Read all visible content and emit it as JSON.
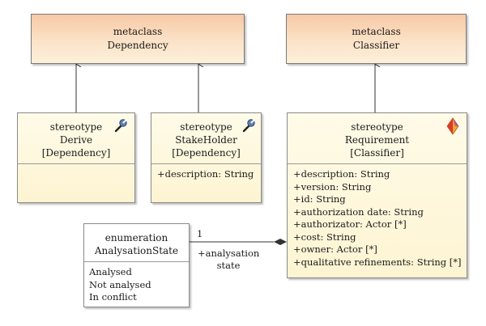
{
  "metaclasses": [
    {
      "keyword": "metaclass",
      "name": "Dependency"
    },
    {
      "keyword": "metaclass",
      "name": "Classifier"
    }
  ],
  "stereotypes": [
    {
      "keyword": "stereotype",
      "name": "Derive",
      "extends": "[Dependency]",
      "icon": "wrench-icon",
      "attributes": []
    },
    {
      "keyword": "stereotype",
      "name": "StakeHolder",
      "extends": "[Dependency]",
      "icon": "wrench-icon",
      "attributes": [
        "+description: String"
      ]
    },
    {
      "keyword": "stereotype",
      "name": "Requirement",
      "extends": "[Classifier]",
      "icon": "diamond-icon",
      "attributes": [
        "+description: String",
        "+version: String",
        "+id: String",
        "+authorization date: String",
        "+authorizator: Actor [*]",
        "+cost: String",
        "+owner: Actor [*]",
        "+qualitative refinements: String [*]"
      ]
    }
  ],
  "enumeration": {
    "keyword": "enumeration",
    "name": "AnalysationState",
    "literals": [
      "Analysed",
      "Not analysed",
      "In conflict"
    ]
  },
  "association": {
    "multiplicity": "1",
    "role_line1": "+analysation",
    "role_line2": "state"
  },
  "colors": {
    "metaclass_top": "#f6c9a6",
    "metaclass_bottom": "#fdf0da",
    "stereotype_fill": "#fdf4d2",
    "border": "#7a7a7a",
    "diamond_red": "#d93a2b",
    "diamond_orange": "#f2a33a"
  }
}
